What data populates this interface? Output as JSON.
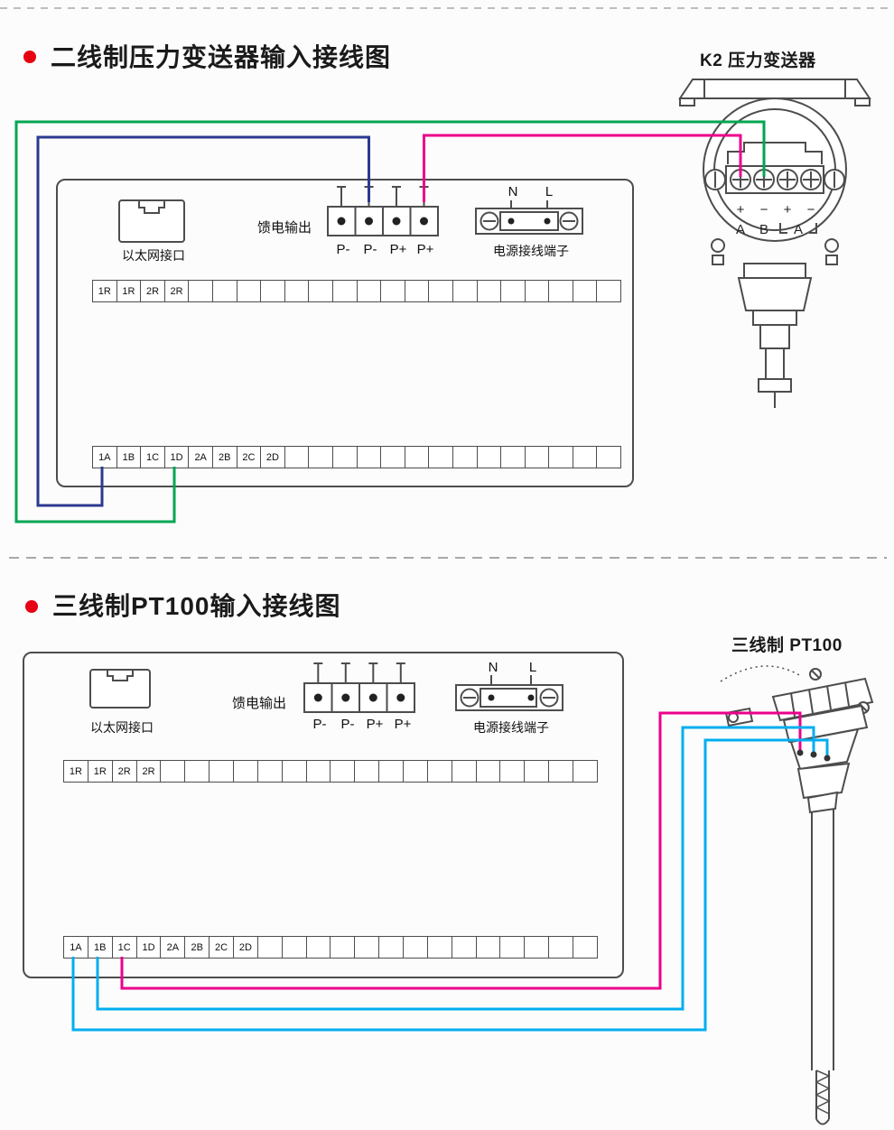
{
  "colors": {
    "wire_green": "#00a651",
    "wire_blue": "#2b3990",
    "wire_magenta": "#ec008c",
    "wire_cyan": "#00aeef",
    "bullet": "#e60012",
    "line": "#4d4d4d"
  },
  "section1": {
    "title": "二线制压力变送器输入接线图",
    "device_label": "K2  压力变送器",
    "panel": {
      "ethernet_label": "以太网接口",
      "feed_label": "馈电输出",
      "feed_terminals": [
        "P-",
        "P-",
        "P+",
        "P+"
      ],
      "power_label": "电源接线端子",
      "power_n": "N",
      "power_l": "L",
      "strip_top": {
        "labels": [
          "1R",
          "1R",
          "2R",
          "2R"
        ],
        "total_cells": 22
      },
      "strip_bottom": {
        "labels": [
          "1A",
          "1B",
          "1C",
          "1D",
          "2A",
          "2B",
          "2C",
          "2D"
        ],
        "total_cells": 22
      }
    },
    "transmitter": {
      "polarity": [
        "+",
        "−",
        "+",
        "−"
      ],
      "terminals": [
        "A",
        "B"
      ],
      "bracket_label": "A"
    }
  },
  "section2": {
    "title": "三线制PT100输入接线图",
    "device_label": "三线制  PT100",
    "panel": {
      "ethernet_label": "以太网接口",
      "feed_label": "馈电输出",
      "feed_terminals": [
        "P-",
        "P-",
        "P+",
        "P+"
      ],
      "power_label": "电源接线端子",
      "power_n": "N",
      "power_l": "L",
      "strip_top": {
        "labels": [
          "1R",
          "1R",
          "2R",
          "2R"
        ],
        "total_cells": 22
      },
      "strip_bottom": {
        "labels": [
          "1A",
          "1B",
          "1C",
          "1D",
          "2A",
          "2B",
          "2C",
          "2D"
        ],
        "total_cells": 22
      }
    }
  }
}
